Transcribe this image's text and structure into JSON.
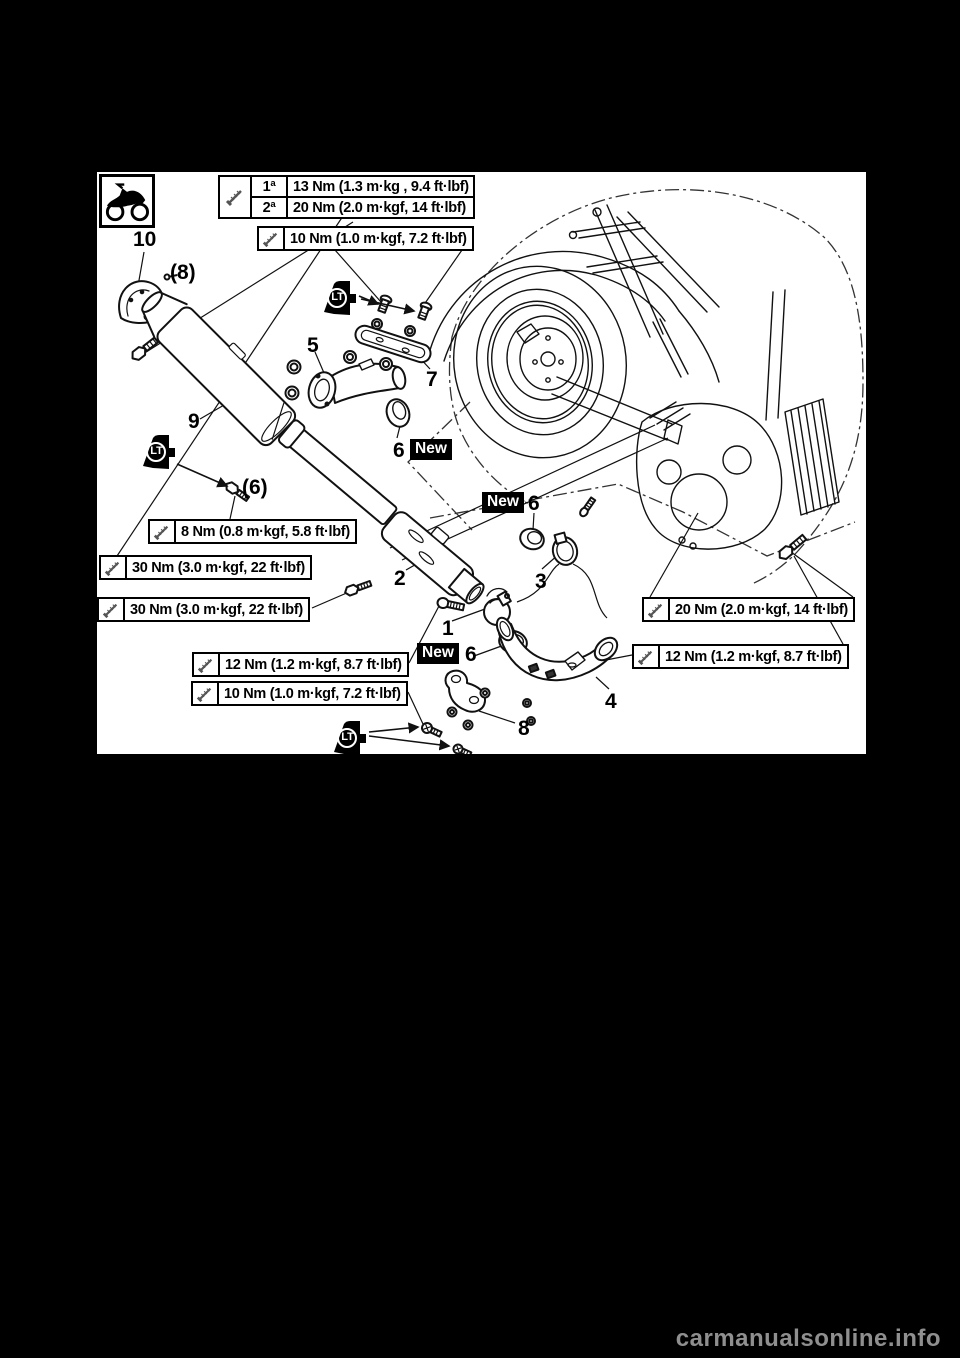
{
  "page": {
    "background": "#000000",
    "watermark": "carmanualsonline.info"
  },
  "colors": {
    "line_art": "#111111",
    "paper": "#ffffff",
    "watermark": "#8f8f8f",
    "badge_bg": "#000000",
    "badge_fg": "#ffffff"
  },
  "diagram": {
    "vehicle_icon": "dirt-bike-icon",
    "torque_table": {
      "icon": "bolt-icon",
      "rows": [
        {
          "step": "1ª",
          "value": "13 Nm (1.3 m·kg , 9.4 ft·lbf)"
        },
        {
          "step": "2ª",
          "value": "20 Nm (2.0 m·kgf, 14 ft·lbf)"
        }
      ]
    },
    "torque_boxes": [
      {
        "id": "tq-10a",
        "value": "10 Nm (1.0 m·kgf, 7.2 ft·lbf)"
      },
      {
        "id": "tq-8",
        "value": "8 Nm (0.8 m·kgf, 5.8 ft·lbf)"
      },
      {
        "id": "tq-30a",
        "value": "30 Nm (3.0 m·kgf, 22 ft·lbf)"
      },
      {
        "id": "tq-30b",
        "value": "30 Nm (3.0 m·kgf, 22 ft·lbf)"
      },
      {
        "id": "tq-12a",
        "value": "12 Nm (1.2 m·kgf, 8.7 ft·lbf)"
      },
      {
        "id": "tq-10b",
        "value": "10 Nm (1.0 m·kgf, 7.2 ft·lbf)"
      },
      {
        "id": "tq-20",
        "value": "20 Nm (2.0 m·kgf, 14 ft·lbf)"
      },
      {
        "id": "tq-12b",
        "value": "12 Nm (1.2 m·kgf, 8.7 ft·lbf)"
      }
    ],
    "part_labels": [
      {
        "num": "10"
      },
      {
        "num": "(8)"
      },
      {
        "num": "5"
      },
      {
        "num": "7"
      },
      {
        "num": "9"
      },
      {
        "num": "6"
      },
      {
        "num": "(6)"
      },
      {
        "num": "2"
      },
      {
        "num": "1"
      },
      {
        "num": "6"
      },
      {
        "num": "6"
      },
      {
        "num": "3"
      },
      {
        "num": "4"
      },
      {
        "num": "8"
      }
    ],
    "new_badge": "New",
    "loctite_label": "LT"
  }
}
